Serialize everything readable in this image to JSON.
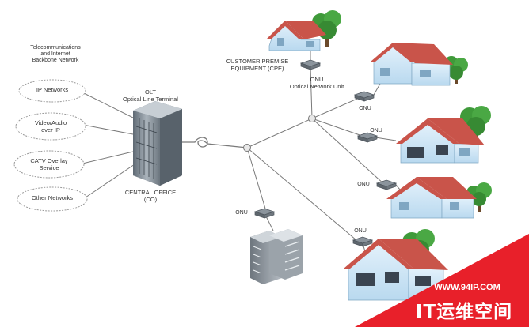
{
  "backbone_title": "Telecommunications\nand Internet\nBackbone Network",
  "networks": [
    "IP Networks",
    "Video/Audio\nover IP",
    "CATV Overlay\nService",
    "Other Networks"
  ],
  "olt_label": "OLT\nOptical Line Terminal",
  "central_office_label": "CENTRAL OFFICE\n(CO)",
  "cpe_label": "CUSTOMER PREMISE\nEQUIPMENT (CPE)",
  "onu_full_label": "ONU\nOptical Network Unit",
  "onu_label": "ONU",
  "watermark": {
    "url": "WWW.94IP.COM",
    "text": "IT运维空间",
    "color": "#e8202a"
  },
  "colors": {
    "link": "#7a7a7a",
    "cloud": "#9a9a9a",
    "house_wall": "#cfe6f6",
    "roof": "#c9544a",
    "tree": "#3f9a3a",
    "building": "#8e969e"
  }
}
